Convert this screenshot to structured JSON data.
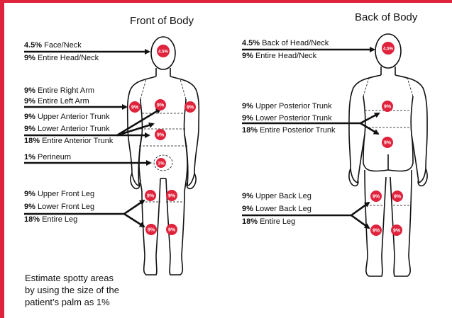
{
  "front": {
    "title": "Front of Body",
    "labels": [
      {
        "pct": "4.5%",
        "text": "Face/Neck"
      },
      {
        "pct": "9%",
        "text": "Entire Head/Neck"
      },
      {
        "pct": "9%",
        "text": "Entire Right Arm"
      },
      {
        "pct": "9%",
        "text": "Entire Left Arm"
      },
      {
        "pct": "9%",
        "text": "Upper Anterior Trunk"
      },
      {
        "pct": "9%",
        "text": "Lower Anterior Trunk"
      },
      {
        "pct": "18%",
        "text": "Entire Anterior Trunk"
      },
      {
        "pct": "1%",
        "text": "Perineum"
      },
      {
        "pct": "9%",
        "text": "Upper Front Leg"
      },
      {
        "pct": "9%",
        "text": "Lower Front Leg"
      },
      {
        "pct": "18%",
        "text": "Entire Leg"
      }
    ],
    "badges": [
      "4.5%",
      "9%",
      "9%",
      "9%",
      "9%",
      "1%",
      "9%",
      "9%",
      "9%",
      "9%"
    ]
  },
  "back": {
    "title": "Back of Body",
    "labels": [
      {
        "pct": "4.5%",
        "text": "Back of Head/Neck"
      },
      {
        "pct": "9%",
        "text": "Entire Head/Neck"
      },
      {
        "pct": "9%",
        "text": "Upper Posterior Trunk"
      },
      {
        "pct": "9%",
        "text": "Lower Posterior Trunk"
      },
      {
        "pct": "18%",
        "text": "Entire Posterior Trunk"
      },
      {
        "pct": "9%",
        "text": "Upper Back Leg"
      },
      {
        "pct": "9%",
        "text": "Lower Back Leg"
      },
      {
        "pct": "18%",
        "text": "Entire Leg"
      }
    ],
    "badges": [
      "4.5%",
      "9%",
      "9%",
      "9%",
      "9%",
      "9%",
      "9%"
    ]
  },
  "note": {
    "lines": [
      "Estimate spotty areas",
      "by using the size of the",
      "patient’s palm as 1%"
    ]
  },
  "colors": {
    "badge": "#e0233c",
    "frame": "#e0233c",
    "outline": "#111111"
  }
}
